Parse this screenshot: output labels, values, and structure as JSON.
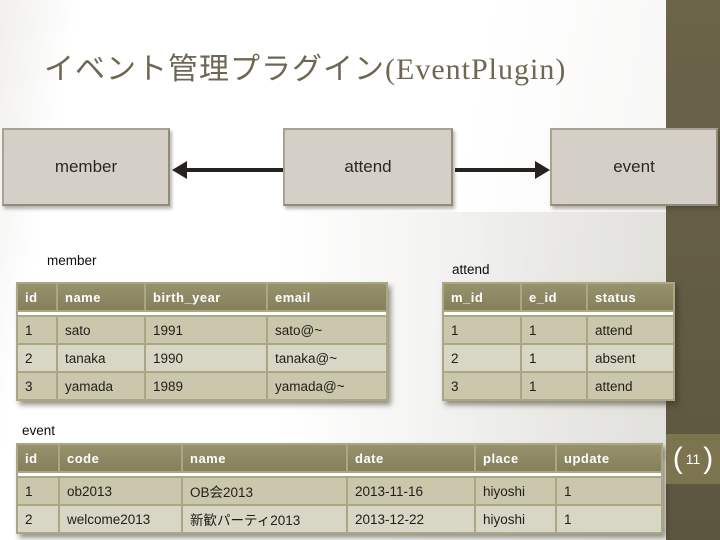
{
  "slide": {
    "title": "イベント管理プラグイン(EventPlugin)",
    "page_number": "11",
    "bracket_left": "(",
    "bracket_right": ")"
  },
  "colors": {
    "side_band": "#635c44",
    "page_badge": "#7b744f",
    "table_header": "#8c8766",
    "table_frame": "#aba683",
    "row_odd": "#cbc7ac",
    "row_even": "#d8d6c4",
    "box_fill": "#d5d0c7",
    "title_text": "#6e6753",
    "arrow": "#262220"
  },
  "diagram": {
    "boxes": [
      {
        "label": "member"
      },
      {
        "label": "attend"
      },
      {
        "label": "event"
      }
    ],
    "arrows": [
      {
        "from": "attend",
        "to": "member",
        "direction": "left"
      },
      {
        "from": "attend",
        "to": "event",
        "direction": "right"
      }
    ]
  },
  "tables": {
    "member": {
      "label": "member",
      "headers": [
        "id",
        "name",
        "birth_year",
        "email"
      ],
      "rows": [
        [
          "1",
          "sato",
          "1991",
          "sato@~"
        ],
        [
          "2",
          "tanaka",
          "1990",
          "tanaka@~"
        ],
        [
          "3",
          "yamada",
          "1989",
          "yamada@~"
        ]
      ]
    },
    "attend": {
      "label": "attend",
      "headers": [
        "m_id",
        "e_id",
        "status"
      ],
      "rows": [
        [
          "1",
          "1",
          "attend"
        ],
        [
          "2",
          "1",
          "absent"
        ],
        [
          "3",
          "1",
          "attend"
        ]
      ]
    },
    "event": {
      "label": "event",
      "headers": [
        "id",
        "code",
        "name",
        "date",
        "place",
        "update"
      ],
      "rows": [
        [
          "1",
          "ob2013",
          "OB会2013",
          "2013-11-16",
          "hiyoshi",
          "1"
        ],
        [
          "2",
          "welcome2013",
          "新歓パーティ2013",
          "2013-12-22",
          "hiyoshi",
          "1"
        ]
      ]
    }
  }
}
